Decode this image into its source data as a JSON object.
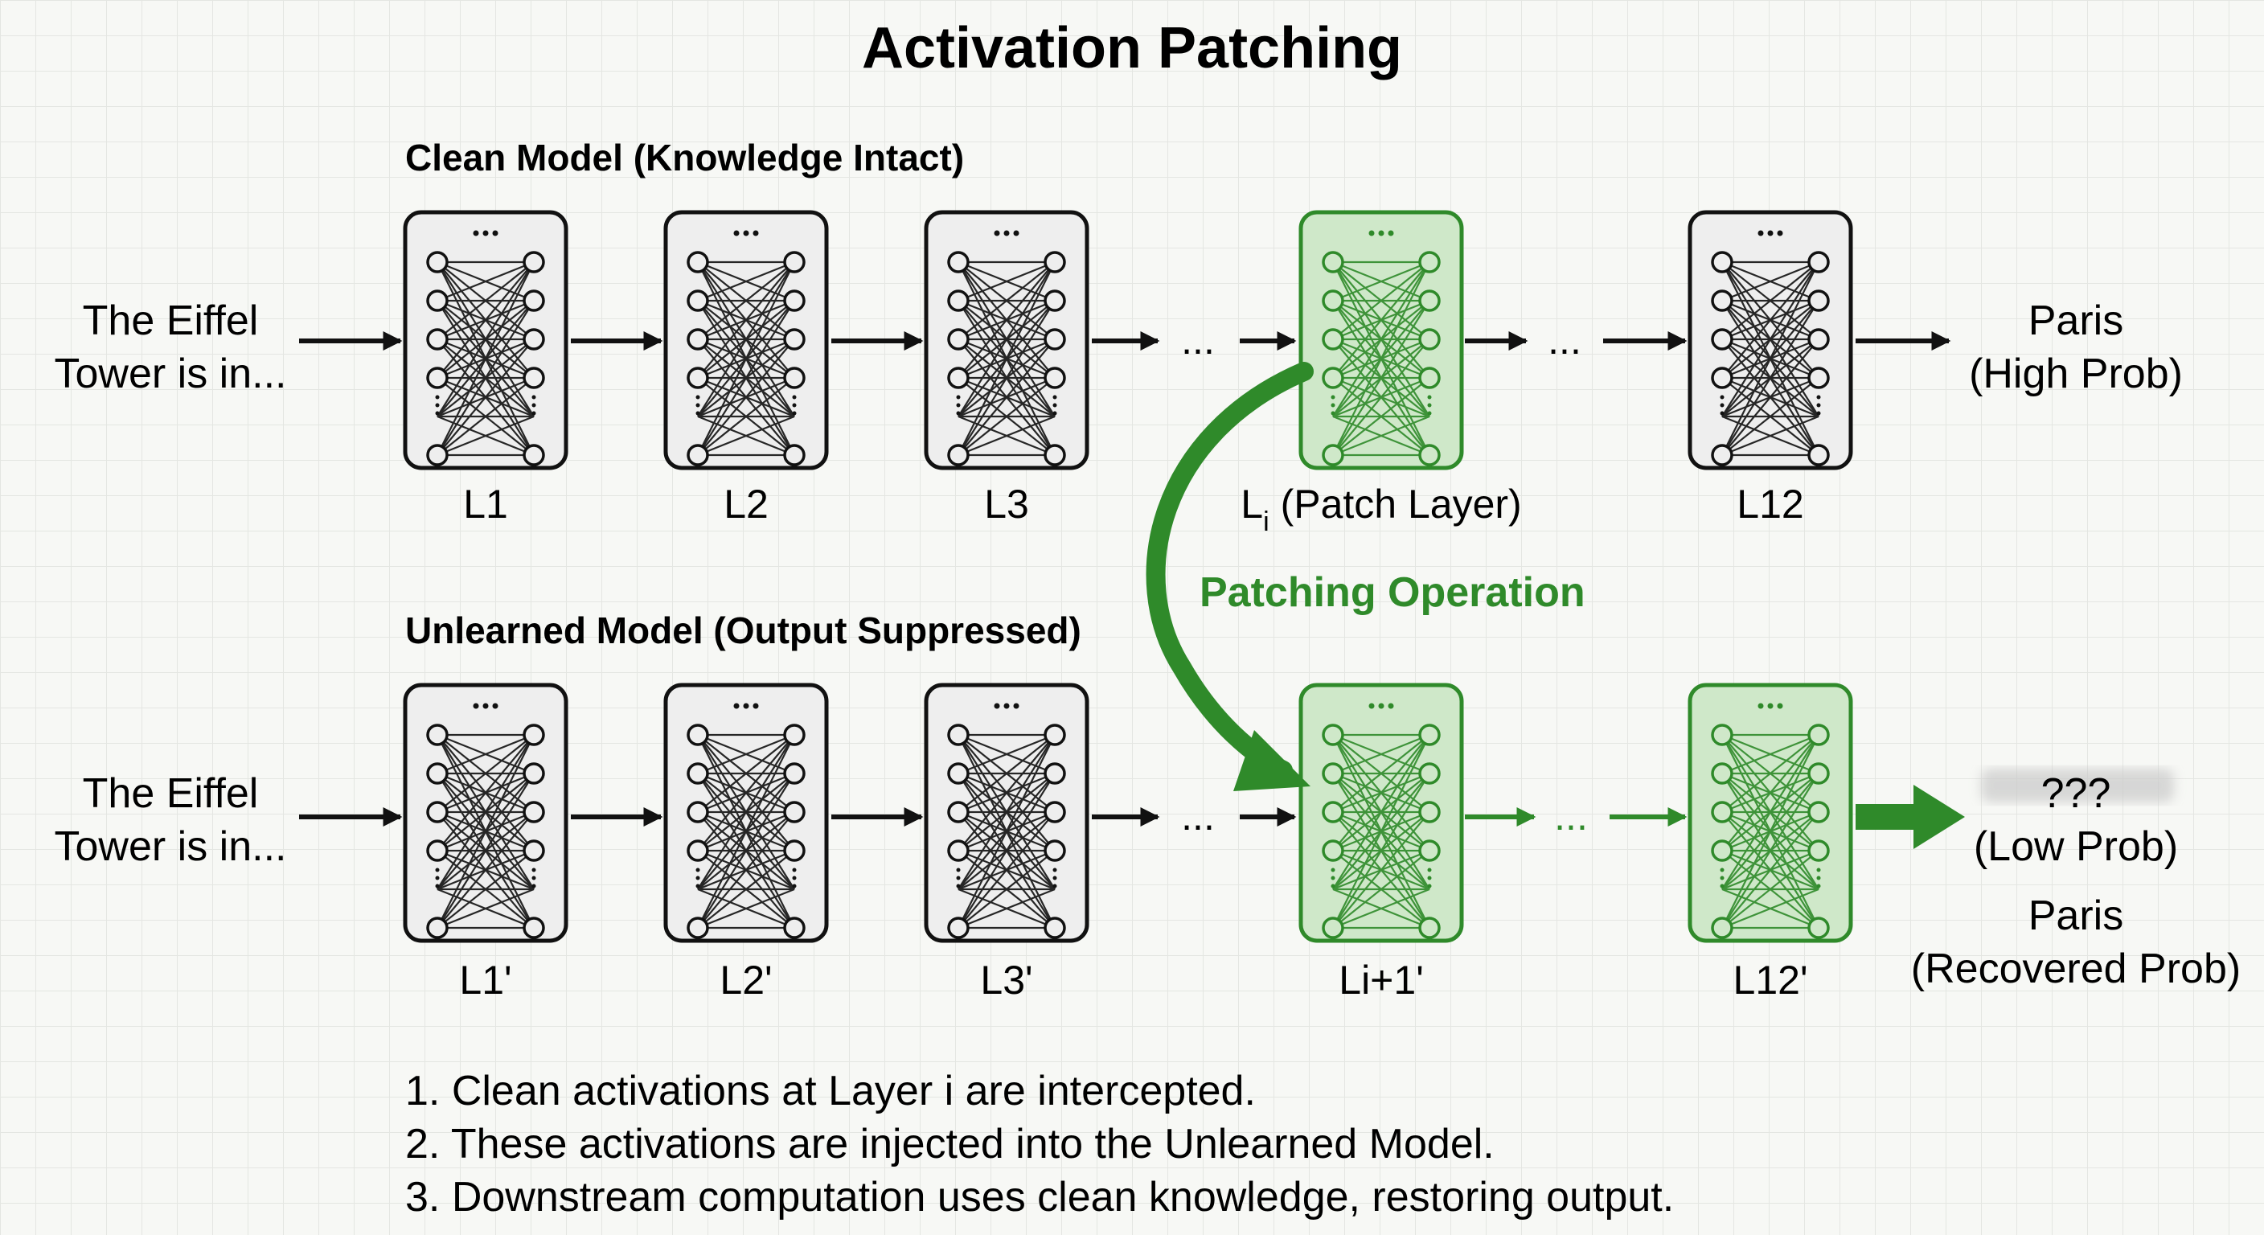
{
  "title": "Activation Patching",
  "clean": {
    "heading": "Clean Model (Knowledge Intact)",
    "input": [
      "The Eiffel",
      "Tower is in..."
    ],
    "layers": [
      "L1",
      "L2",
      "L3",
      "L",
      "L12"
    ],
    "patch_layer_subscript": "i",
    "patch_layer_suffix": " (Patch Layer)",
    "ellipsis": "...",
    "output": [
      "Paris",
      "(High Prob)"
    ]
  },
  "operation_label": "Patching Operation",
  "unlearned": {
    "heading": "Unlearned Model (Output Suppressed)",
    "input": [
      "The Eiffel",
      "Tower is in..."
    ],
    "layers": [
      "L1'",
      "L2'",
      "L3'",
      "Li+1'",
      "L12'"
    ],
    "ellipsis": "...",
    "suppressed_output": [
      "???",
      "(Low Prob)"
    ],
    "recovered_output": [
      "Paris",
      "(Recovered Prob)"
    ]
  },
  "notes": [
    "1. Clean activations at Layer i are intercepted.",
    "2. These activations are injected into the Unlearned Model.",
    "3. Downstream computation uses clean knowledge, restoring output."
  ],
  "colors": {
    "accent_green": "#2f8a2a",
    "green_fill": "#cfe8c9",
    "layer_fill": "#eeeeee",
    "ink": "#111111"
  }
}
